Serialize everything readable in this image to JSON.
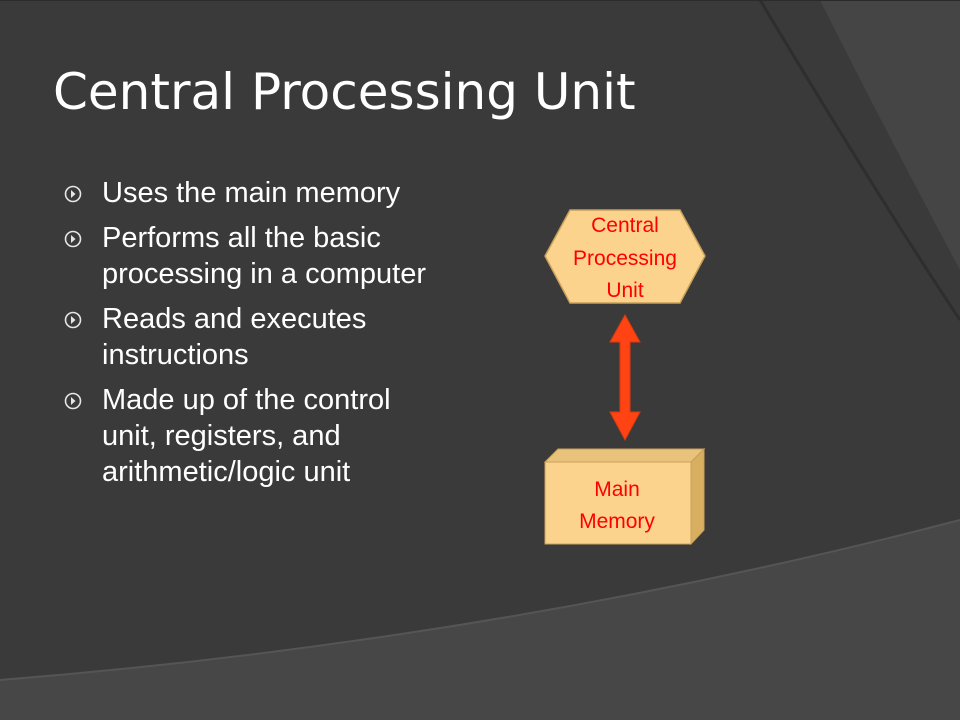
{
  "slide": {
    "title": "Central Processing Unit",
    "bullets": [
      "Uses the main memory",
      "Performs all the basic processing in a computer",
      "Reads and executes instructions",
      "Made up of the control unit, registers, and arithmetic/logic unit"
    ]
  },
  "diagram": {
    "cpu_lines": [
      "Central",
      "Processing",
      "Unit"
    ],
    "memory_lines": [
      "Main",
      "Memory"
    ]
  },
  "colors": {
    "background": "#3a3a3a",
    "shape_fill": "#fbd38d",
    "shape_text": "#ff0000",
    "arrow": "#ff4312"
  },
  "icons": {
    "bullet": "circled-arrow-icon",
    "connector": "double-headed-arrow-icon"
  }
}
